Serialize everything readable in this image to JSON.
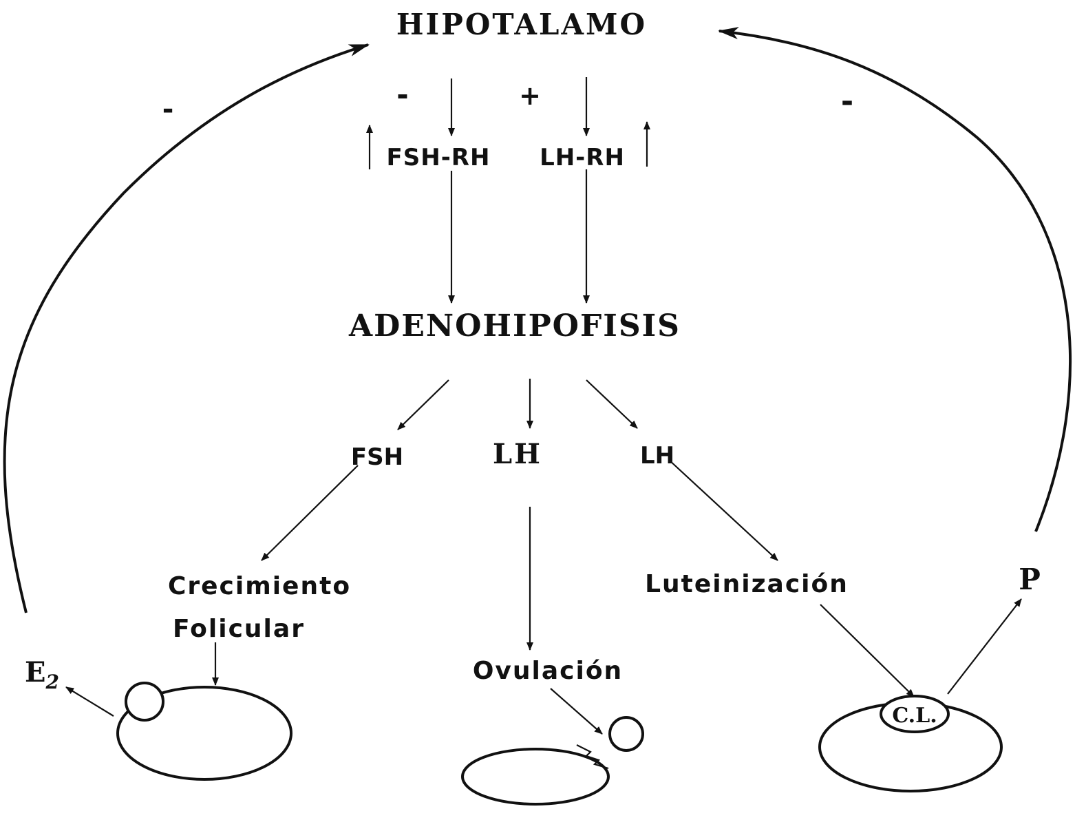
{
  "nodes": {
    "hypothalamus": "HIPOTALAMO",
    "adenohypophysis": "ADENOHIPOFISIS",
    "fsh_rh": "FSH-RH",
    "lh_rh": "LH-RH",
    "fsh": "FSH",
    "lh_center": "LH",
    "lh_right": "LH",
    "follicular_growth_line1": "Crecimiento",
    "follicular_growth_line2": "Folicular",
    "ovulation": "Ovulación",
    "luteinization": "Luteinización",
    "estradiol_letter": "E",
    "estradiol_subscript": "2",
    "progesterone": "P",
    "corpus_luteum": "C.L."
  },
  "signs": {
    "left_feedback": "-",
    "fsh_rh_sign": "-",
    "lh_rh_sign": "+",
    "right_feedback": "-"
  },
  "colors": {
    "ink": "#111111",
    "background": "#ffffff"
  }
}
